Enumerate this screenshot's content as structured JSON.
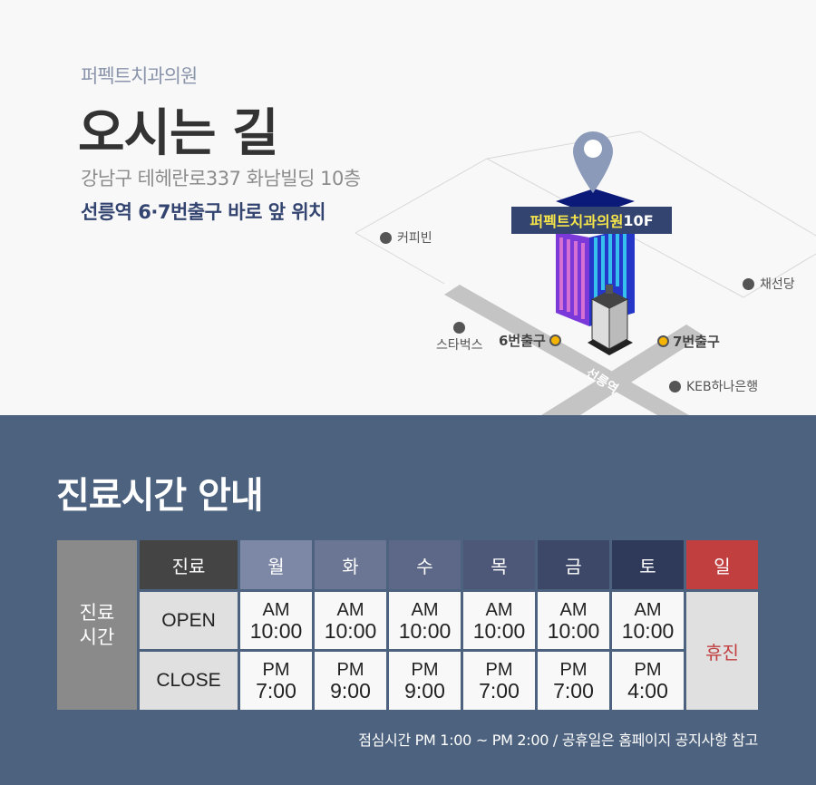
{
  "header": {
    "clinic_name": "퍼펙트치과의원",
    "title": "오시는 길",
    "address": "강남구 테헤란로337 화남빌딩 10층",
    "station_info": "선릉역 6·7번출구 바로 앞 위치"
  },
  "map": {
    "pin_label_name": "퍼펙트치과의원",
    "pin_label_floor": "10F",
    "road_label": "선릉역",
    "pois": [
      {
        "label": "커피빈"
      },
      {
        "label": "스타벅스"
      },
      {
        "label": "채선당"
      },
      {
        "label": "KEB하나은행"
      }
    ],
    "exits": [
      {
        "label": "6번출구"
      },
      {
        "label": "7번출구"
      }
    ],
    "colors": {
      "pin": "#8a9ab8",
      "label_bg": "#334470",
      "label_text": "#f7e64a",
      "exit_dot": "#f4b400"
    }
  },
  "schedule": {
    "title": "진료시간 안내",
    "row_group_label": "진료\n시간",
    "row_group_label_lines": [
      "진료",
      "시간"
    ],
    "header_label": "진료",
    "days": [
      {
        "label": "월",
        "color": "#7d88a6",
        "open_ampm": "AM",
        "open": "10:00",
        "close_ampm": "PM",
        "close": "7:00"
      },
      {
        "label": "화",
        "color": "#6b7594",
        "open_ampm": "AM",
        "open": "10:00",
        "close_ampm": "PM",
        "close": "9:00"
      },
      {
        "label": "수",
        "color": "#5d6787",
        "open_ampm": "AM",
        "open": "10:00",
        "close_ampm": "PM",
        "close": "9:00"
      },
      {
        "label": "목",
        "color": "#4d5879",
        "open_ampm": "AM",
        "open": "10:00",
        "close_ampm": "PM",
        "close": "7:00"
      },
      {
        "label": "금",
        "color": "#3d4869",
        "open_ampm": "AM",
        "open": "10:00",
        "close_ampm": "PM",
        "close": "7:00"
      },
      {
        "label": "토",
        "color": "#2f3a5a",
        "open_ampm": "AM",
        "open": "10:00",
        "close_ampm": "PM",
        "close": "4:00"
      }
    ],
    "sunday": {
      "label": "일",
      "color": "#c13f3f",
      "status": "휴진"
    },
    "open_label": "OPEN",
    "close_label": "CLOSE",
    "footnote": "점심시간  PM 1:00 ~ PM 2:00 / 공휴일은 홈페이지 공지사항 참고"
  }
}
